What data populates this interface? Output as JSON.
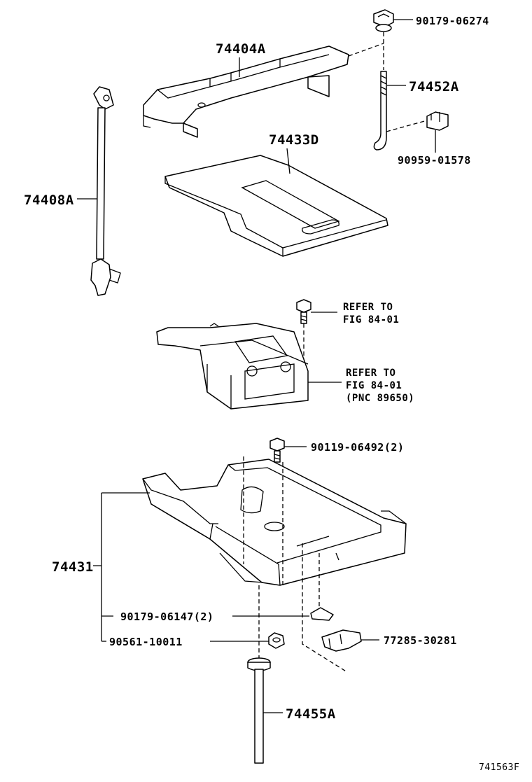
{
  "parts": {
    "p74404A": "74404A",
    "p90179_06274": "90179-06274",
    "p74452A": "74452A",
    "p90959_01578": "90959-01578",
    "p74433D": "74433D",
    "p74408A": "74408A",
    "ref1_line1": "REFER TO",
    "ref1_line2": "FIG 84-01",
    "ref2_line1": "REFER TO",
    "ref2_line2": "FIG 84-01",
    "ref2_line3": "(PNC 89650)",
    "p90119_06492": "90119-06492(2)",
    "p74431": "74431",
    "p90179_06147": "90179-06147(2)",
    "p90561_10011": "90561-10011",
    "p77285_30281": "77285-30281",
    "p74455A": "74455A"
  },
  "figure_code": "741563F"
}
